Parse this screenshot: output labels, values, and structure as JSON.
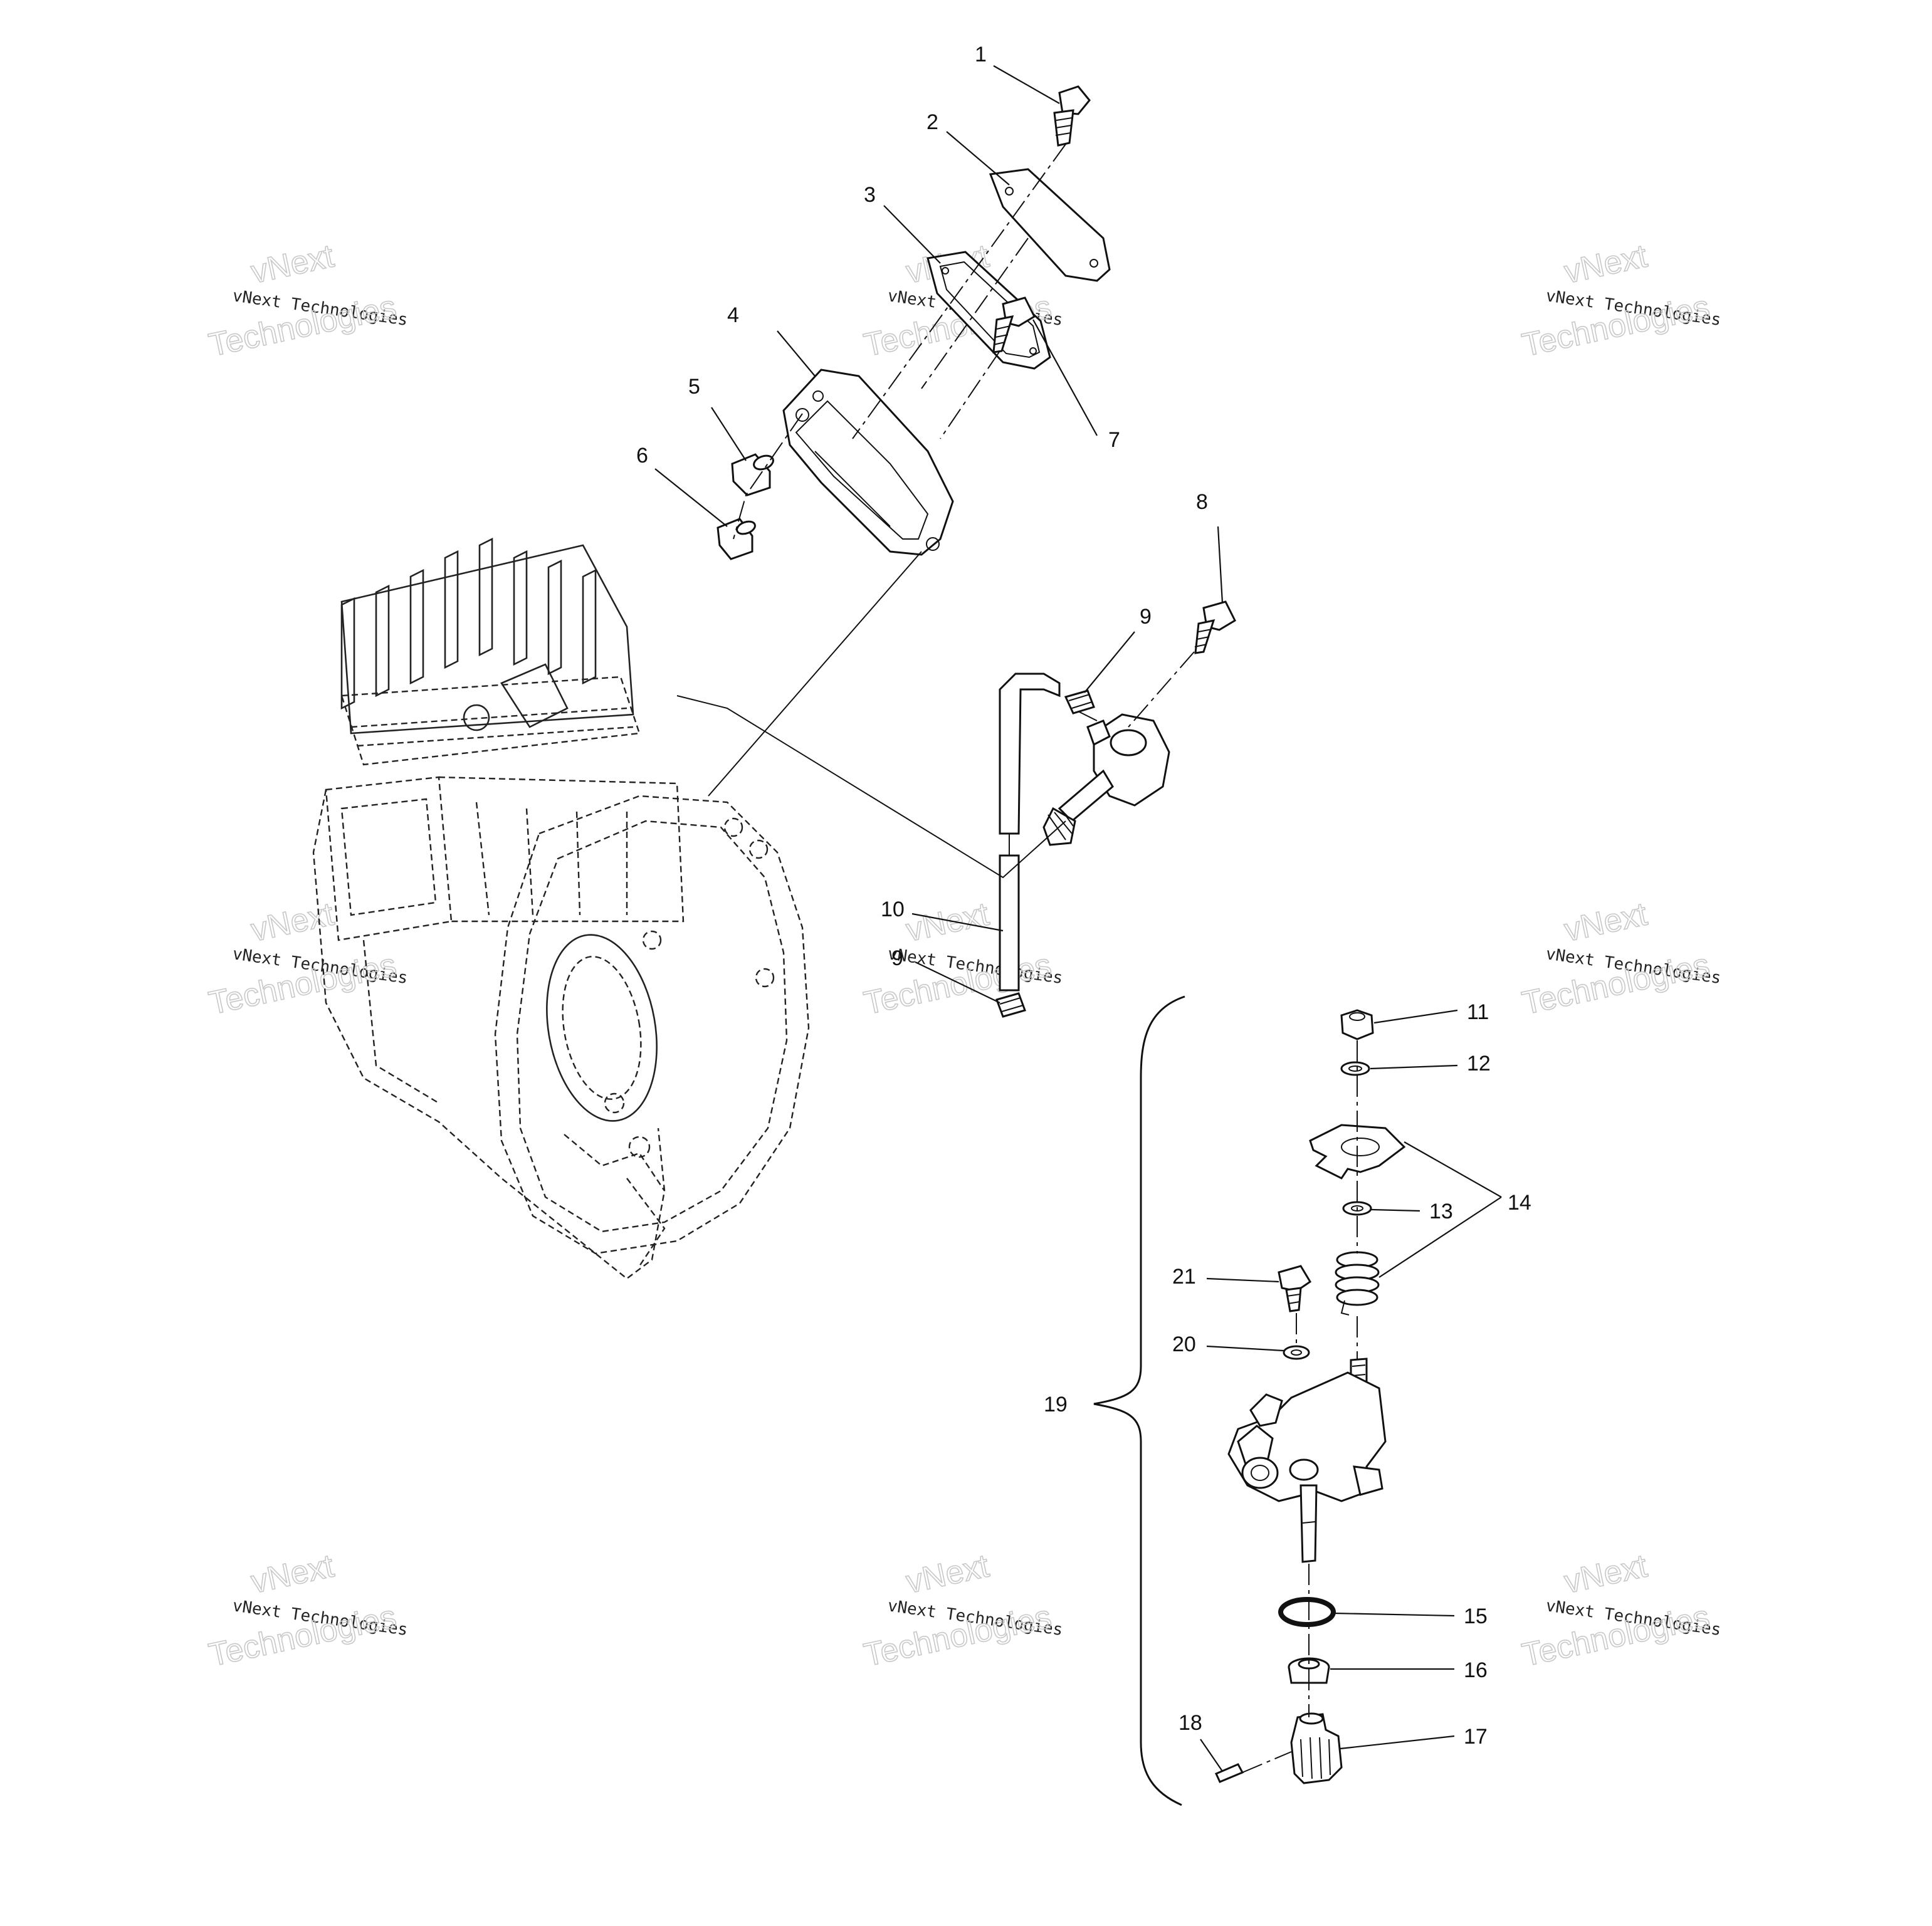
{
  "callouts": {
    "c1": "1",
    "c2": "2",
    "c3": "3",
    "c4": "4",
    "c5": "5",
    "c6": "6",
    "c7": "7",
    "c8": "8",
    "c9a": "9",
    "c9b": "9",
    "c10": "10",
    "c11": "11",
    "c12": "12",
    "c13": "13",
    "c14": "14",
    "c15": "15",
    "c16": "16",
    "c17": "17",
    "c18": "18",
    "c19": "19",
    "c20": "20",
    "c21": "21"
  },
  "watermark": {
    "line1": "vNext Technologies",
    "big1": "vNext",
    "big2": "Technologies"
  },
  "colors": {
    "ink": "#111111",
    "watermark": "#c8c8c8",
    "background": "#ffffff"
  }
}
